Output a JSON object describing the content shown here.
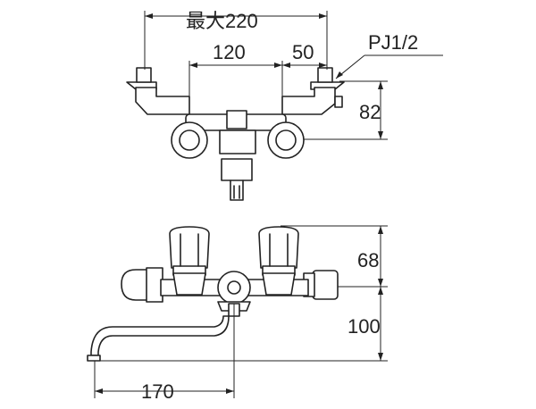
{
  "dimensions": {
    "max_width": "最大220",
    "center_spacing": "120",
    "offset": "50",
    "thread": "PJ1/2",
    "top_height": "82",
    "handle_height": "68",
    "spout_height": "100",
    "spout_reach": "170"
  }
}
